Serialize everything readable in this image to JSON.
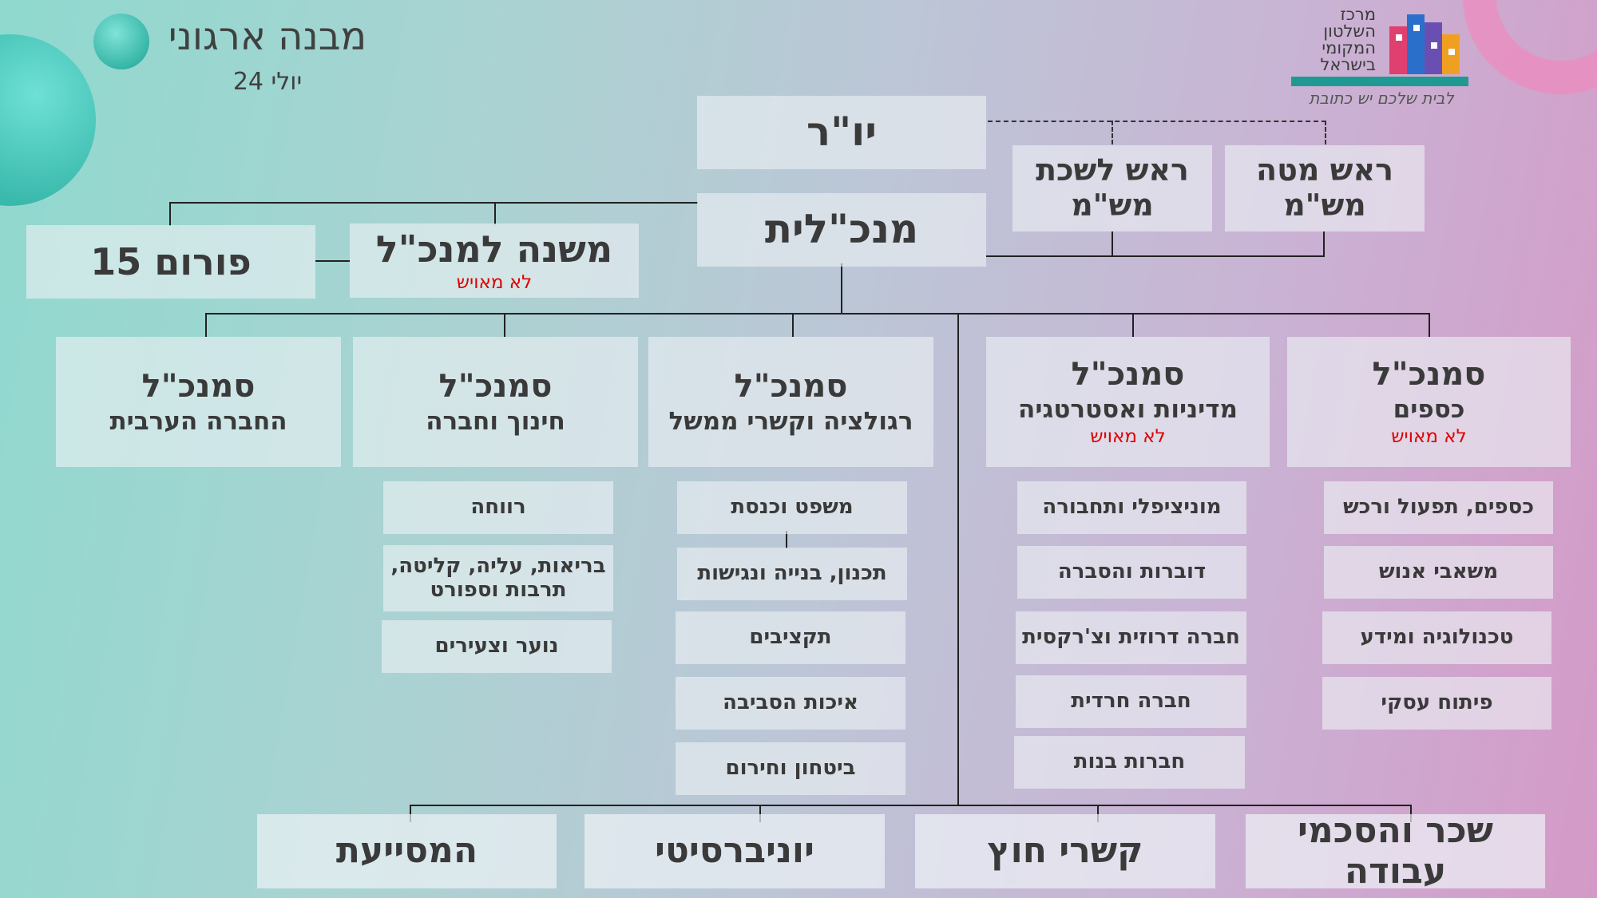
{
  "header": {
    "title": "מבנה ארגוני",
    "date": "יולי 24"
  },
  "logo": {
    "name_line1": "מרכז",
    "name_line2": "השלטון",
    "name_line3": "המקומי",
    "name_line4": "בישראל",
    "slogan": "לבית שלכם יש כתובת"
  },
  "top": {
    "chair": "יו\"ר",
    "director": "מנכ\"לית",
    "deputy": "משנה למנכ\"ל",
    "deputy_note": "לא מאויש",
    "forum": "פורום 15",
    "bureau_head": "ראש לשכת מש\"מ",
    "staff_head": "ראש מטה מש\"מ"
  },
  "divisions": [
    {
      "title": "סמנכ\"ל",
      "subtitle": "כספים",
      "note": "לא מאויש",
      "units": [
        "כספים, תפעול ורכש",
        "משאבי אנוש",
        "טכנולוגיה ומידע",
        "פיתוח עסקי"
      ]
    },
    {
      "title": "סמנכ\"ל",
      "subtitle": "מדיניות ואסטרטגיה",
      "note": "לא מאויש",
      "units": [
        "מוניציפלי ותחבורה",
        "דוברות והסברה",
        "חברה דרוזית וצ'רקסית",
        "חברה חרדית",
        "חברות בנות"
      ]
    },
    {
      "title": "סמנכ\"ל",
      "subtitle": "רגולציה וקשרי ממשל",
      "note": "",
      "units": [
        "משפט וכנסת",
        "תכנון, בנייה ונגישות",
        "תקציבים",
        "איכות הסביבה",
        "ביטחון וחירום"
      ]
    },
    {
      "title": "סמנכ\"ל",
      "subtitle": "חינוך וחברה",
      "note": "",
      "units": [
        "רווחה",
        "בריאות, עליה, קליטה, תרבות וספורט",
        "נוער וצעירים"
      ]
    },
    {
      "title": "סמנכ\"ל",
      "subtitle": "החברה הערבית",
      "note": "",
      "units": []
    }
  ],
  "bottom_units": [
    "שכר והסכמי עבודה",
    "קשרי חוץ",
    "יוניברסיטי",
    "המסייעת"
  ]
}
